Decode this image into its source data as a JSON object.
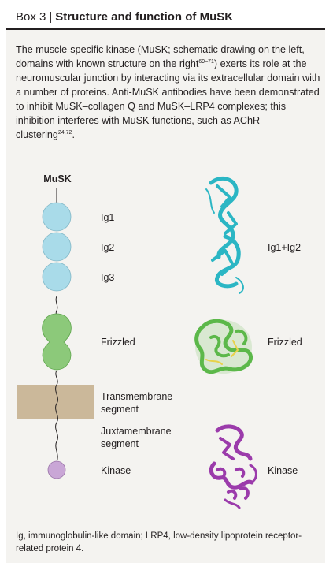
{
  "box": {
    "label": "Box 3",
    "separator": "|",
    "title": "Structure and function of MuSK"
  },
  "intro": {
    "part1": "The muscle-specific kinase (MuSK; schematic drawing on the left, domains with known structure on the right",
    "ref1": "69–71",
    "part2": ") exerts its role at the neuromuscular junction by interacting via its extracellular domain with a number of proteins. Anti-MuSK antibodies have been demonstrated to inhibit MuSK–collagen Q and MuSK–LRP4 complexes; this inhibition interferes with MuSK functions, such as AChR clustering",
    "ref2": "24,72",
    "part3": "."
  },
  "schematic": {
    "title": "MuSK",
    "labels": {
      "ig1": "Ig1",
      "ig2": "Ig2",
      "ig3": "Ig3",
      "frizzled": "Frizzled",
      "transmembrane": [
        "Transmembrane",
        "segment"
      ],
      "juxtamembrane": [
        "Juxtamembrane",
        "segment"
      ],
      "kinase": "Kinase"
    },
    "colors": {
      "ig": "#a9dbe9",
      "frizzled": "#8cc97a",
      "membrane": "#cbb89a",
      "kinase": "#c9a6d6",
      "line": "#231f20"
    }
  },
  "structures": {
    "ig_label": "Ig1+Ig2",
    "frizzled_label": "Frizzled",
    "kinase_label": "Kinase",
    "colors": {
      "ig": "#2bb6c4",
      "frizzled": "#5cb84a",
      "kinase": "#9b3bab"
    }
  },
  "footnote": "Ig, immunoglobulin-like domain; LRP4, low-density lipoprotein receptor-related protein 4."
}
